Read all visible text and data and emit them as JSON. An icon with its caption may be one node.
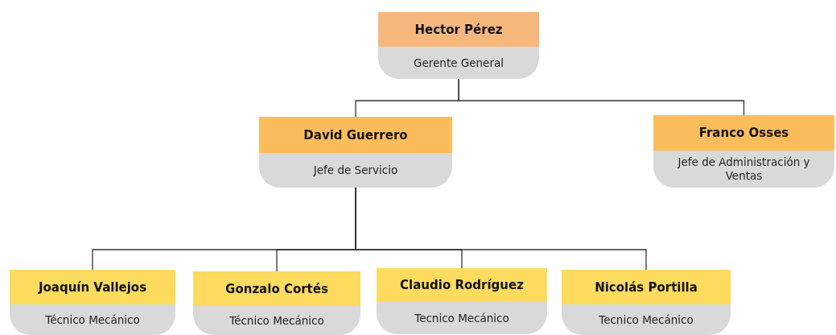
{
  "diagram": {
    "nodes": [
      {
        "text": [
          "Hector Pérez",
          "Gerente General"
        ]
      },
      {
        "text": [
          "David Guerrero",
          "Jefe de Servicio"
        ]
      },
      {
        "text": [
          "Franco Osses",
          "Jefe de Administración  y Ventas"
        ]
      },
      {
        "text": [
          "Joaquín Vallejos",
          "Técnico Mecánico"
        ]
      },
      {
        "text": [
          "Gonzalo Cortés",
          "Técnico Mecánico"
        ]
      },
      {
        "text": [
          "Claudio Rodríguez",
          "Tecnico Mecánico"
        ]
      },
      {
        "text": [
          "Nicolás Portilla",
          "Tecnico Mecánico"
        ]
      }
    ],
    "edges": [
      {
        "from": 0,
        "to": 1,
        "arrow": "none"
      },
      {
        "from": 0,
        "to": 2,
        "arrow": "none"
      },
      {
        "from": 1,
        "to": 3,
        "arrow": "none"
      },
      {
        "from": 1,
        "to": 4,
        "arrow": "none"
      },
      {
        "from": 1,
        "to": 5,
        "arrow": "none"
      },
      {
        "from": 1,
        "to": 6,
        "arrow": "none"
      }
    ]
  }
}
